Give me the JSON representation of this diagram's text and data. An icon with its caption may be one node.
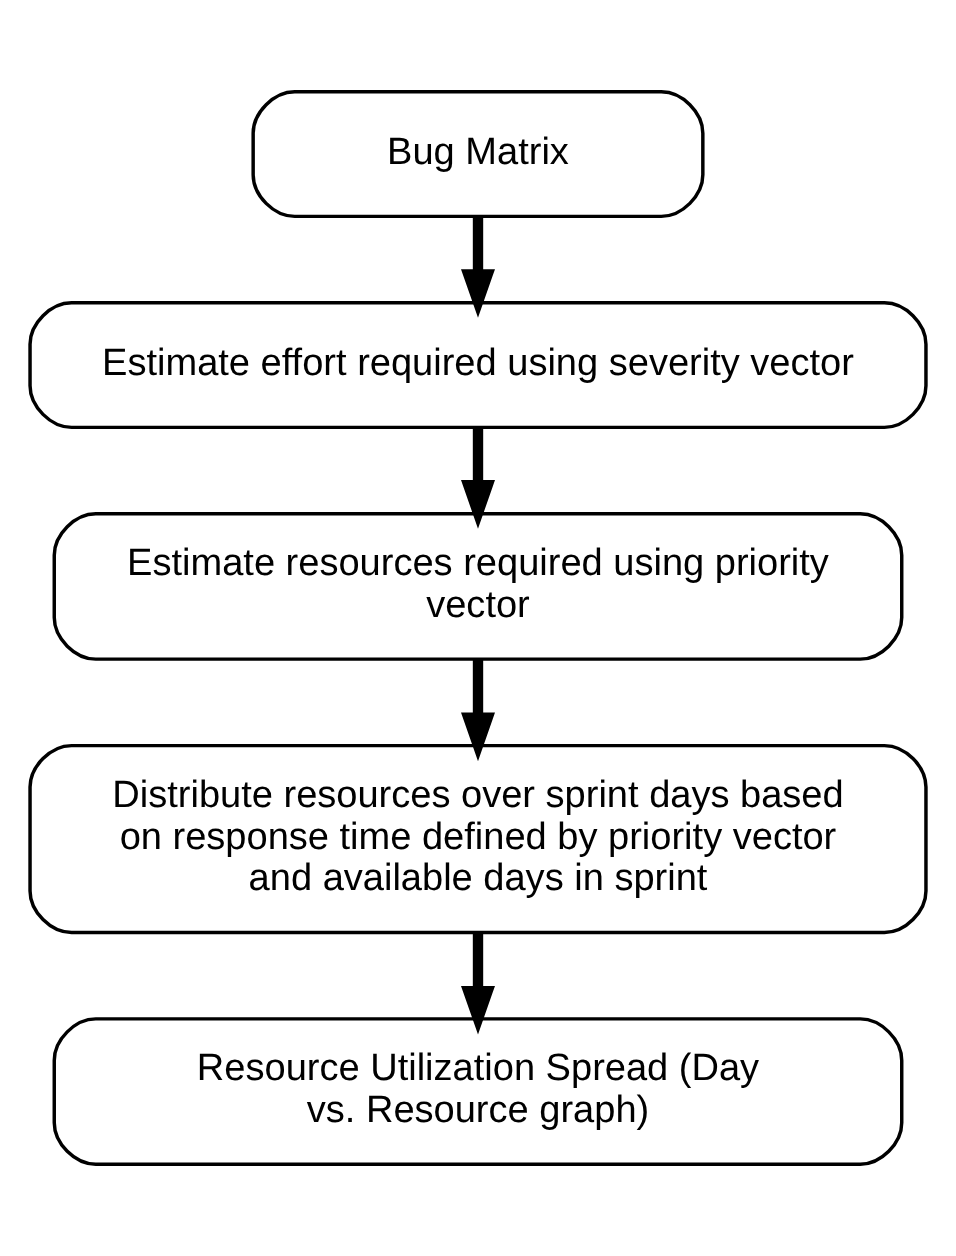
{
  "diagram": {
    "nodes": [
      {
        "text": [
          "Bug Matrix"
        ]
      },
      {
        "text": [
          "Estimate effort required using severity vector"
        ]
      },
      {
        "text": [
          "Estimate resources required using priority vector"
        ]
      },
      {
        "text": [
          "Distribute resources over sprint days based on response time defined by priority vector and available days in sprint"
        ]
      },
      {
        "text": [
          "Resource Utilization Spread (Day vs. Resource graph)"
        ]
      }
    ],
    "edges": [
      {
        "from": 0,
        "to": 1,
        "arrow": "to"
      },
      {
        "from": 1,
        "to": 2,
        "arrow": "to"
      },
      {
        "from": 2,
        "to": 3,
        "arrow": "to"
      },
      {
        "from": 3,
        "to": 4,
        "arrow": "to"
      }
    ]
  }
}
